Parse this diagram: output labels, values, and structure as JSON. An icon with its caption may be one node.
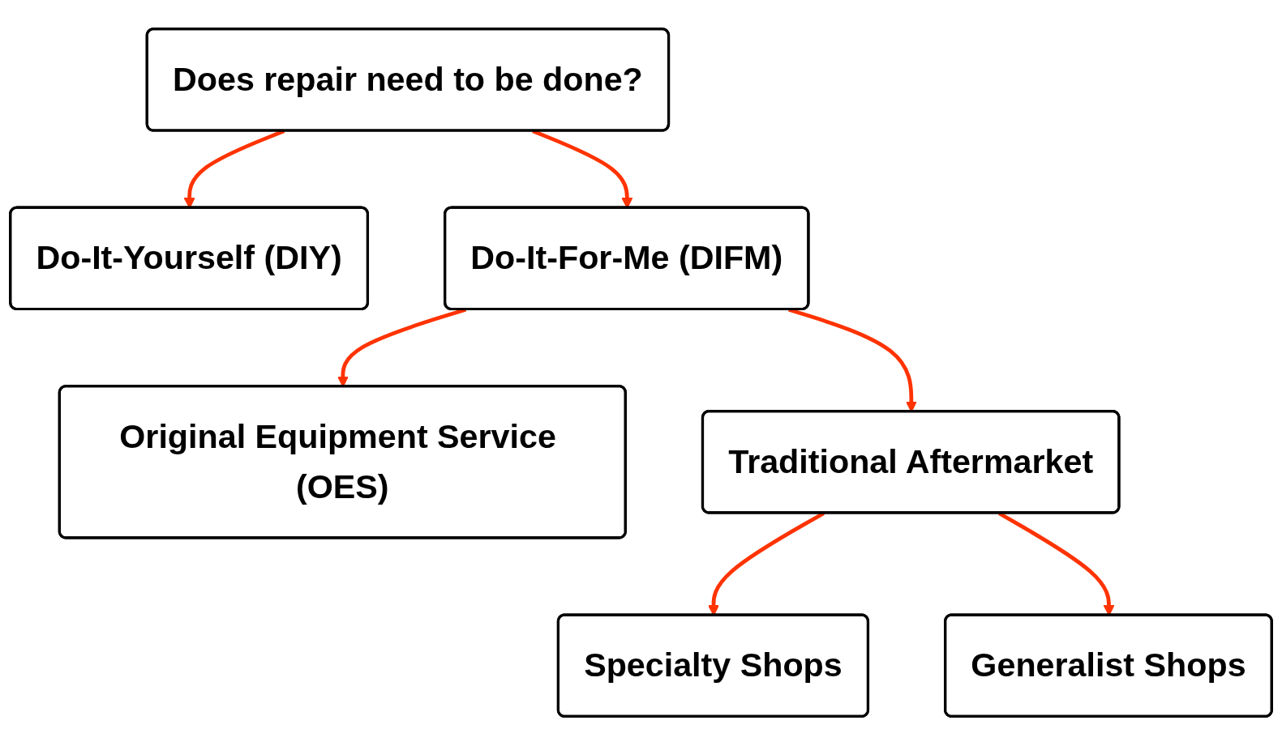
{
  "diagram": {
    "nodes": [
      {
        "text": [
          "Does repair need to be done?"
        ]
      },
      {
        "text": [
          "Do-It-Yourself (DIY)"
        ]
      },
      {
        "text": [
          "Do-It-For-Me (DIFM)"
        ]
      },
      {
        "text": [
          "Original Equipment Service (OES)"
        ]
      },
      {
        "text": [
          "Traditional Aftermarket"
        ]
      },
      {
        "text": [
          "Specialty Shops"
        ]
      },
      {
        "text": [
          "Generalist Shops"
        ]
      }
    ],
    "edges": [
      {
        "from": 0,
        "to": 1,
        "arrow": "to"
      },
      {
        "from": 0,
        "to": 2,
        "arrow": "to"
      },
      {
        "from": 2,
        "to": 3,
        "arrow": "to"
      },
      {
        "from": 2,
        "to": 4,
        "arrow": "to"
      },
      {
        "from": 4,
        "to": 5,
        "arrow": "to"
      },
      {
        "from": 4,
        "to": 6,
        "arrow": "to"
      }
    ]
  }
}
